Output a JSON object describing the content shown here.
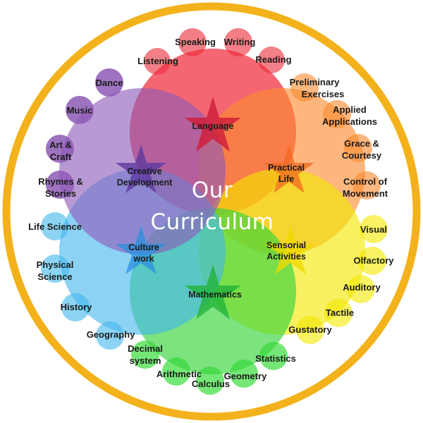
{
  "title": {
    "line1": "Our",
    "line2": "Curriculum"
  },
  "colors": {
    "ring": "#f3b21b",
    "language": "#ee2b3b",
    "practical_life": "#fb8a2e",
    "sensorial": "#f2e600",
    "mathematics": "#35d43a",
    "culture": "#43b6ee",
    "creative": "#8e5ab8",
    "star": "#cc1f3a"
  },
  "areas": {
    "language": {
      "label": "Language",
      "items": [
        "Listening",
        "Speaking",
        "Writing",
        "Reading"
      ]
    },
    "practical_life": {
      "label_line1": "Practical",
      "label_line2": "Life",
      "items": [
        [
          "Preliminary",
          "Exercises"
        ],
        [
          "Applied",
          "Applications"
        ],
        [
          "Grace &",
          "Courtesy"
        ],
        [
          "Control of",
          "Movement"
        ]
      ]
    },
    "sensorial": {
      "label_line1": "Sensorial",
      "label_line2": "Activities",
      "items": [
        "Visual",
        "Olfactory",
        "Auditory",
        "Tactile",
        "Gustatory"
      ]
    },
    "mathematics": {
      "label": "Mathematics",
      "items": [
        [
          "Decimal",
          "system"
        ],
        [
          "Arithmetic"
        ],
        [
          "Calculus"
        ],
        [
          "Geometry"
        ],
        [
          "Statistics"
        ]
      ]
    },
    "culture": {
      "label_line1": "Culture",
      "label_line2": "work",
      "items": [
        [
          "Life Science"
        ],
        [
          "Physical",
          "Science"
        ],
        [
          "History"
        ],
        [
          "Geography"
        ]
      ]
    },
    "creative": {
      "label_line1": "Creative",
      "label_line2": "Development",
      "items": [
        [
          "Dance"
        ],
        [
          "Music"
        ],
        [
          "Art &",
          "Craft"
        ],
        [
          "Rhymes &",
          "Stories"
        ]
      ]
    }
  }
}
